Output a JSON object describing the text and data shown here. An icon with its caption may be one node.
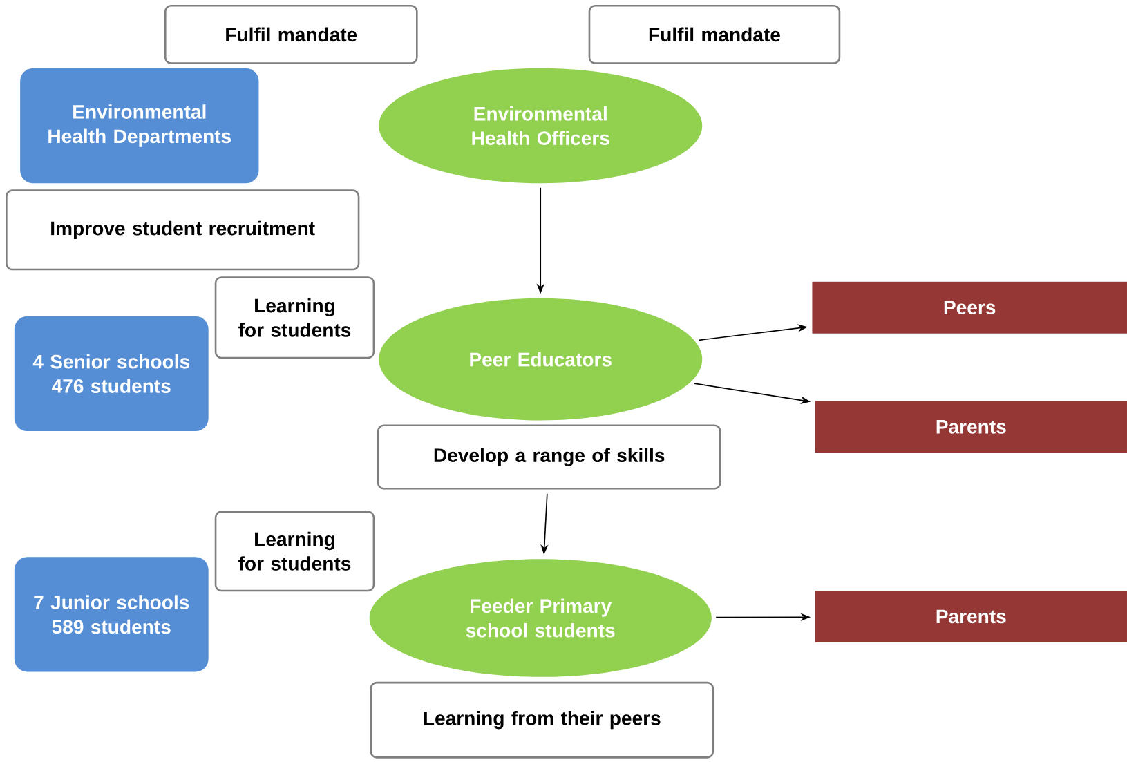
{
  "diagram": {
    "nodes": [
      {
        "text": [
          "Fulfil mandate"
        ]
      },
      {
        "text": [
          "Environmental Health Departments"
        ]
      },
      {
        "text": [
          "Fulfil mandate"
        ]
      },
      {
        "text": [
          "Environmental Health Officers"
        ]
      },
      {
        "text": [
          "Improve student recruitment"
        ]
      },
      {
        "text": [
          "Learning for students"
        ]
      },
      {
        "text": [
          "4 Senior schools 476 students"
        ]
      },
      {
        "text": [
          "Peer Educators"
        ]
      },
      {
        "text": [
          "Peers"
        ]
      },
      {
        "text": [
          "Parents"
        ]
      },
      {
        "text": [
          "Develop a range of skills"
        ]
      },
      {
        "text": [
          "Learning for students"
        ]
      },
      {
        "text": [
          "7 Junior schools 589 students"
        ]
      },
      {
        "text": [
          "Feeder Primary school students"
        ]
      },
      {
        "text": [
          "Parents"
        ]
      },
      {
        "text": [
          "Learning from their peers"
        ]
      }
    ],
    "edges": [
      {
        "from": 3,
        "to": 7,
        "arrow": "to"
      },
      {
        "from": 7,
        "to": 8,
        "arrow": "to"
      },
      {
        "from": 7,
        "to": 9,
        "arrow": "to"
      },
      {
        "from": 10,
        "to": 13,
        "arrow": "to"
      },
      {
        "from": 13,
        "to": 14,
        "arrow": "to"
      }
    ]
  }
}
